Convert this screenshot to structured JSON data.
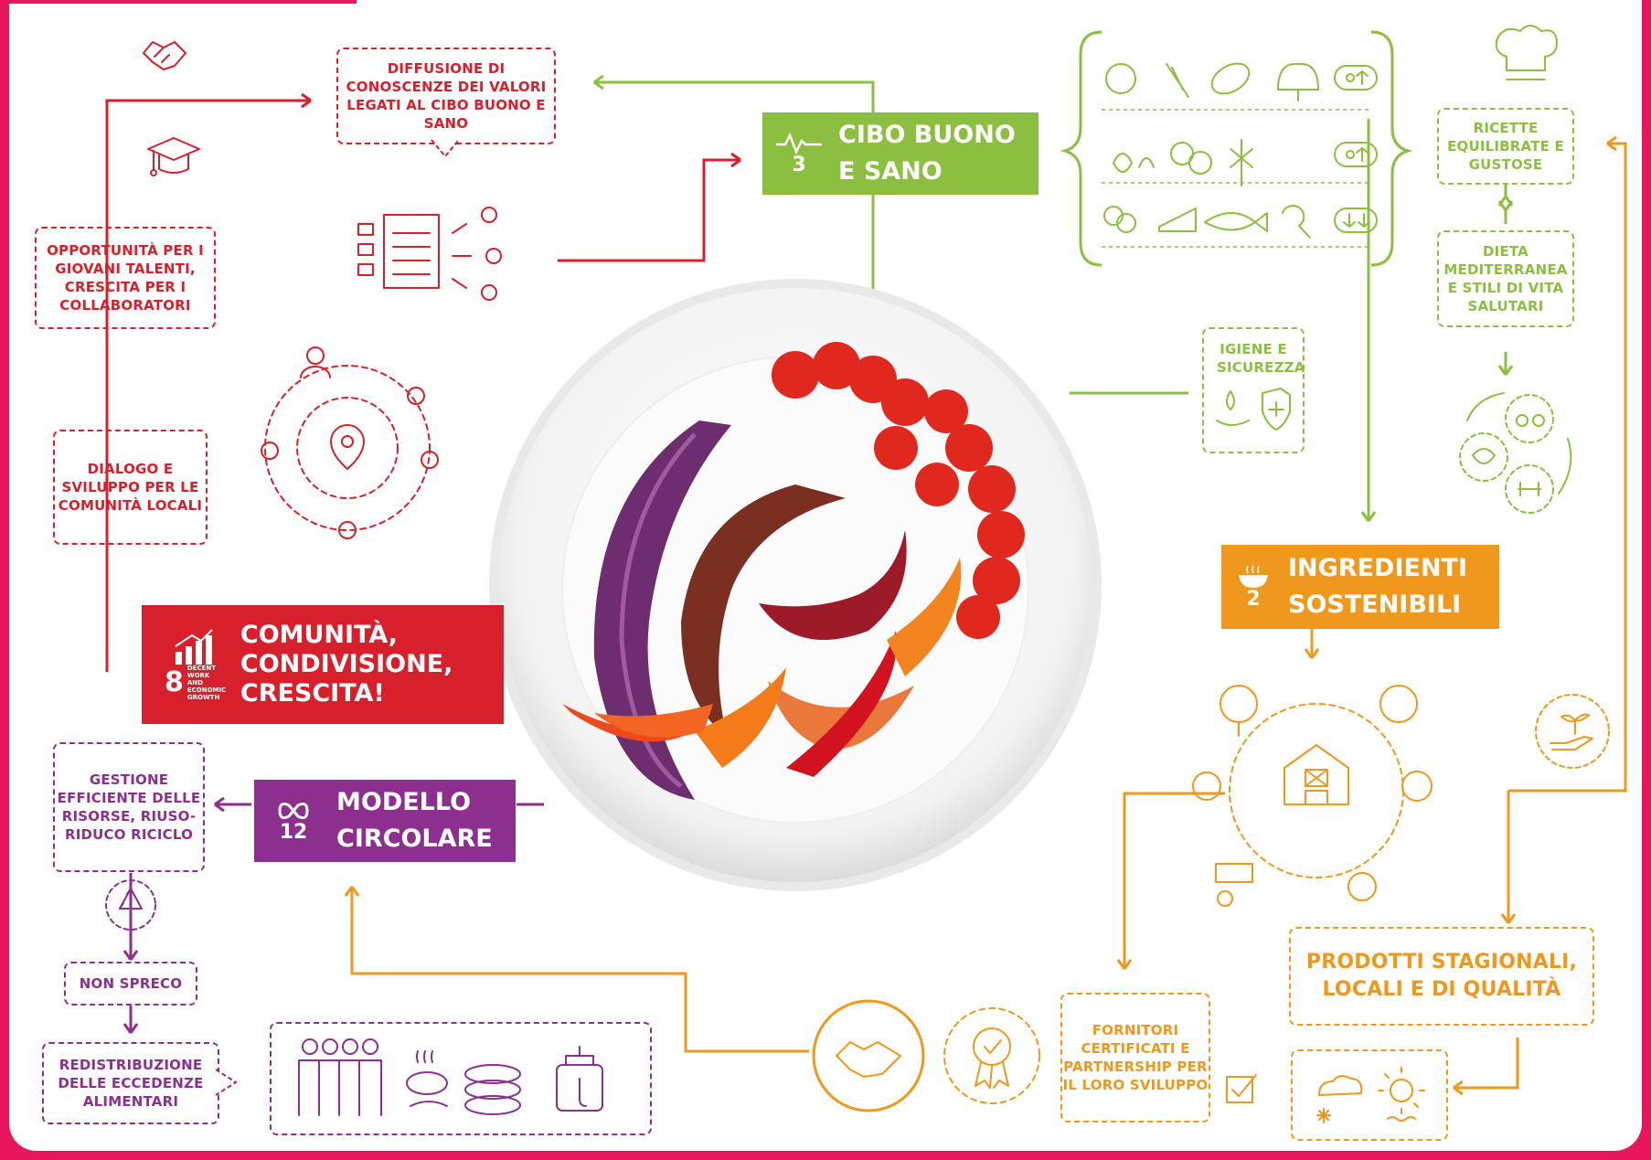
{
  "colors": {
    "red": "#d8202c",
    "green": "#8cbf3f",
    "orange": "#f0981c",
    "purple": "#8c2f8f",
    "frame": "#e8175d"
  },
  "banners": {
    "cibo": {
      "number": "3",
      "line1": "CIBO BUONO",
      "line2": "E SANO"
    },
    "ingredienti": {
      "number": "2",
      "line1": "INGREDIENTI",
      "line2": "SOSTENIBILI"
    },
    "comunita": {
      "number": "8",
      "line1": "COMUNITÀ,",
      "line2": "CONDIVISIONE,",
      "line3": "CRESCITA!",
      "sdg_text": "DECENT WORK AND ECONOMIC GROWTH"
    },
    "modello": {
      "number": "12",
      "line1": "MODELLO",
      "line2": "CIRCOLARE"
    }
  },
  "boxes": {
    "diffusione": "DIFFUSIONE DI CONOSCENZE DEI VALORI LEGATI AL CIBO BUONO E SANO",
    "opportunita": "OPPORTUNITÀ PER I GIOVANI TALENTI, CRESCITA PER I COLLABORATORI",
    "dialogo": "DIALOGO E SVILUPPO PER LE COMUNITÀ LOCALI",
    "igiene": "IGIENE E SICUREZZA",
    "ricette": "RICETTE EQUILIBRATE E GUSTOSE",
    "dieta": "DIETA MEDITERRANEA E STILI DI VITA SALUTARI",
    "gestione": "GESTIONE EFFICIENTE DELLE RISORSE, RIUSO-RIDUCO RICICLO",
    "nonspreco": "NON SPRECO",
    "redistribuzione": "REDISTRIBUZIONE DELLE ECCEDENZE ALIMENTARI",
    "fornitori": "FORNITORI CERTIFICATI E PARTNERSHIP PER IL LORO SVILUPPO",
    "prodotti": "PRODOTTI STAGIONALI, LOCALI E DI QUALITÀ"
  }
}
